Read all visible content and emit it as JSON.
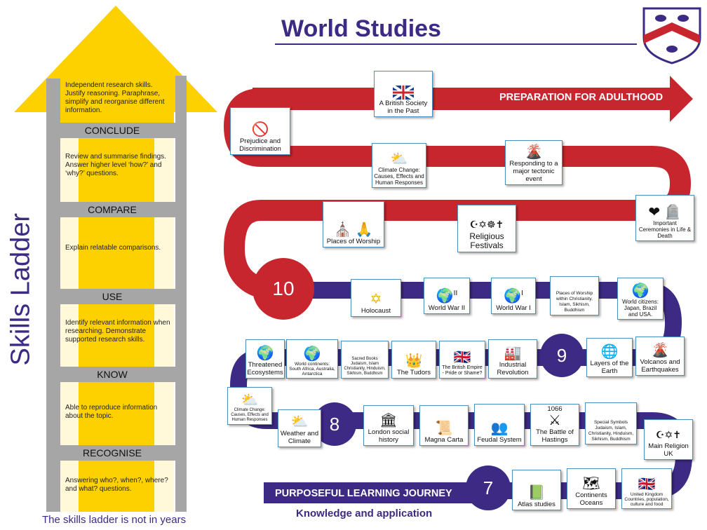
{
  "page": {
    "title": "World Studies",
    "skills_title": "Skills Ladder",
    "footnote": "The skills ladder is not in years"
  },
  "ladder": [
    {
      "rung": "CONCLUDE",
      "desc": "Independent research skills. Justify reasoning. Paraphrase, simplify and reorganise different information."
    },
    {
      "rung": "COMPARE",
      "desc": "Review and summarise findings. Answer higher level ‘how?’ and ‘why?’ questions."
    },
    {
      "rung": "USE",
      "desc": "Explain relatable comparisons."
    },
    {
      "rung": "KNOW",
      "desc": "Identify relevant information when researching. Demonstrate supported research skills."
    },
    {
      "rung": "RECOGNISE",
      "desc": "Able to reproduce information about the topic."
    },
    {
      "rung": "",
      "desc": "Answering who?, when?, where? and what? questions."
    }
  ],
  "journey": {
    "preparation": "PREPARATION FOR ADULTHOOD",
    "purposeful": "PURPOSEFUL LEARNING JOURNEY",
    "knowledge": "Knowledge and application",
    "years": [
      "10",
      "9",
      "8",
      "7"
    ]
  },
  "topics": {
    "y11": [
      "A British Society in the Past",
      "Prejudice and Discrimination"
    ],
    "y10": [
      "Climate Change: Causes, Effects and Human Responses",
      "Responding to a major tectonic event",
      "Important Ceremonies in Life & Death",
      "Places of Worship",
      "Religious Festivals"
    ],
    "y9": [
      "Holocaust",
      "World War II",
      "World War I",
      "Places of Worship within Christianity, Islam, Sikhism, Buddhism",
      "World citizens: Japan, Brazil and USA.",
      "Volcanos and Earthquakes",
      "Layers of the Earth",
      "Industrial Revolution",
      "The British Empire - Pride or Shame?",
      "The Tudors",
      "Sacred Books Judaism, Islam Christianity, Hinduism, Sikhism, Buddhism",
      "World continents: South Africa, Australia, Antarctica",
      "Threatened Ecosystems"
    ],
    "y8": [
      "Climate Change: Causes, Effects and Human Responses",
      "Weather and Climate",
      "London social history",
      "Magna Carta",
      "Feudal System",
      "The Battle of Hastings",
      "Special Symbols Judaism, Islam, Christianity, Hinduism, Sikhism, Buddhism",
      "Main Religion UK"
    ],
    "y7": [
      "Atlas studies",
      "Continents Oceans",
      "United Kingdom Countries, population, culture and food"
    ]
  },
  "icons": {
    "1066": "1066",
    "ww1": "I",
    "ww2": "II"
  },
  "colors": {
    "red": "#c8262f",
    "purple": "#3d2a84",
    "yellow": "#fdd000",
    "grey": "#a6a6a6"
  }
}
